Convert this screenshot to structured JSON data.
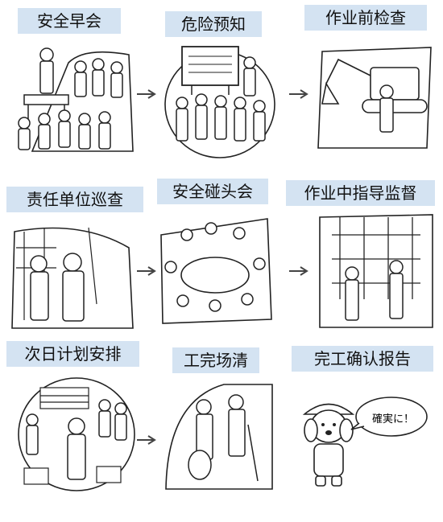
{
  "steps": [
    {
      "label": "安全早会"
    },
    {
      "label": "危险预知"
    },
    {
      "label": "作业前检查"
    },
    {
      "label": "责任单位巡查"
    },
    {
      "label": "安全碰头会"
    },
    {
      "label": "作业中指导监督"
    },
    {
      "label": "次日计划安排"
    },
    {
      "label": "工完场清"
    },
    {
      "label": "完工确认报告"
    }
  ],
  "bubble_text": "確実に！",
  "icons": [
    "arrow-right-icon",
    "worker-icon",
    "excavator-icon",
    "dog-mascot-icon"
  ],
  "colors": {
    "label_bg": "#d4e3f2",
    "line": "#222222"
  }
}
